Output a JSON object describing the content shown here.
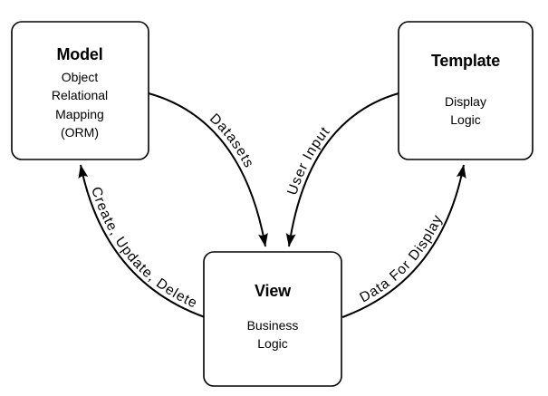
{
  "diagram": {
    "colors": {
      "line": "#000000",
      "text": "#000000",
      "background": "#ffffff"
    },
    "boxes": {
      "model": {
        "title": "Model",
        "lines": [
          "Object",
          "Relational",
          "Mapping",
          "(ORM)"
        ]
      },
      "template": {
        "title": "Template",
        "lines": [
          "Display",
          "Logic"
        ]
      },
      "view": {
        "title": "View",
        "lines": [
          "Business",
          "Logic"
        ]
      }
    },
    "arrows": {
      "datasets": {
        "label": "Datasets",
        "from": "Model",
        "to": "View"
      },
      "user_input": {
        "label": "User Input",
        "from": "Template",
        "to": "View"
      },
      "create_update_delete": {
        "label": "Create, Update, Delete",
        "from": "View",
        "to": "Model"
      },
      "data_for_display": {
        "label": "Data For Display",
        "from": "View",
        "to": "Template"
      }
    }
  }
}
